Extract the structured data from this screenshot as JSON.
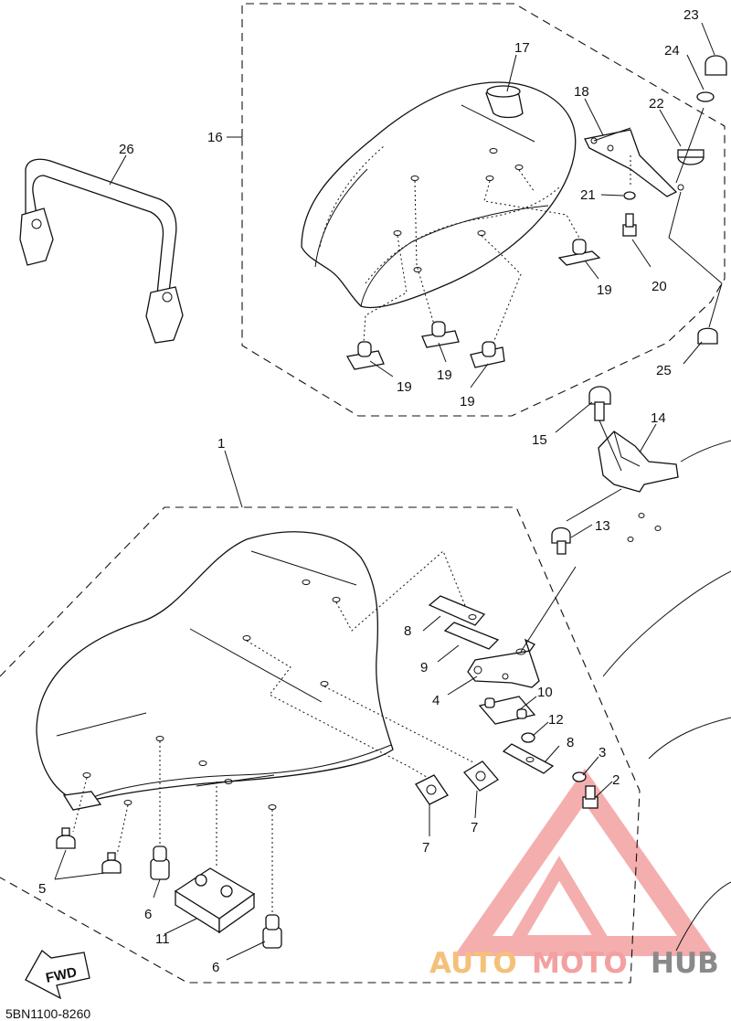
{
  "diagram_code": "5BN1100-8260",
  "fwd_label": "FWD",
  "watermark": {
    "part1": "AUTO",
    "part2": "MOTO",
    "part3": "HUB",
    "color_main": "#f3a0a0",
    "color_orange": "#f5c07a",
    "color_gray": "#8a8a8a"
  },
  "callouts": {
    "c1": "1",
    "c2": "2",
    "c3": "3",
    "c4": "4",
    "c5": "5",
    "c6a": "6",
    "c6b": "6",
    "c7a": "7",
    "c7b": "7",
    "c8a": "8",
    "c8b": "8",
    "c9": "9",
    "c10": "10",
    "c11": "11",
    "c12": "12",
    "c13": "13",
    "c14": "14",
    "c15": "15",
    "c16": "16",
    "c17": "17",
    "c18": "18",
    "c19a": "19",
    "c19b": "19",
    "c19c": "19",
    "c19d": "19",
    "c20": "20",
    "c21": "21",
    "c22": "22",
    "c23": "23",
    "c24": "24",
    "c25": "25",
    "c26": "26"
  }
}
